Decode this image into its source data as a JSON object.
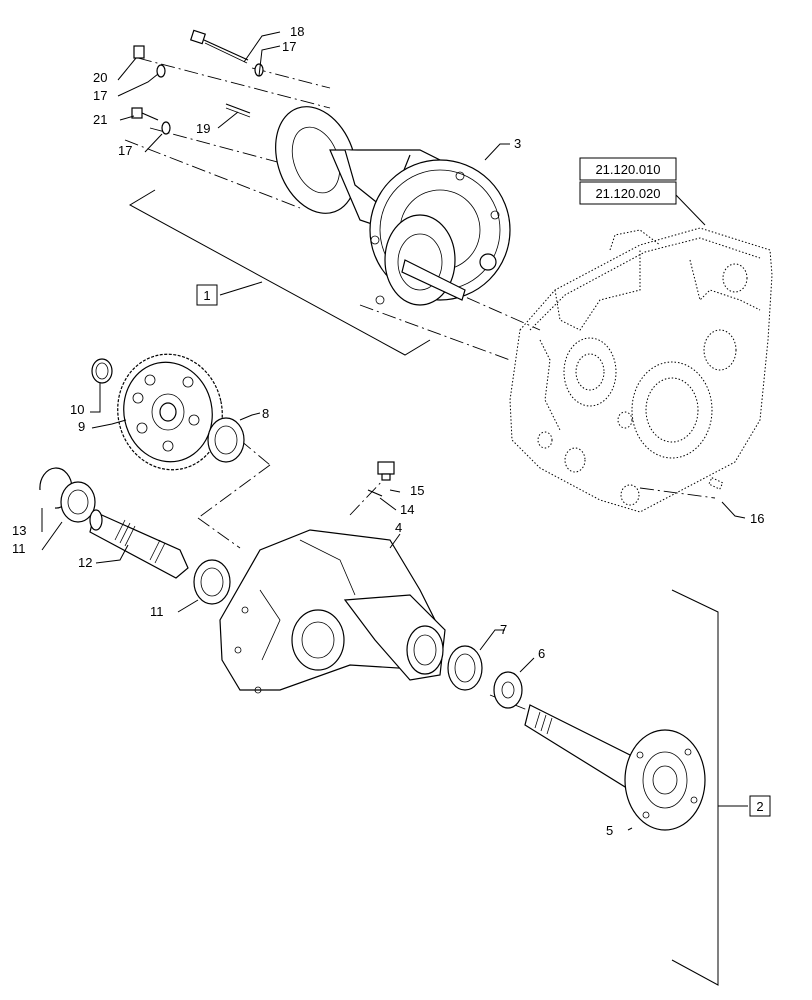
{
  "callouts": {
    "c1": "1",
    "c2": "2",
    "c3": "3",
    "c4": "4",
    "c5": "5",
    "c6": "6",
    "c7": "7",
    "c8": "8",
    "c9": "9",
    "c10": "10",
    "c11a": "11",
    "c11b": "11",
    "c12": "12",
    "c13": "13",
    "c14": "14",
    "c15": "15",
    "c16": "16",
    "c17a": "17",
    "c17b": "17",
    "c17c": "17",
    "c18": "18",
    "c19": "19",
    "c20": "20",
    "c21": "21"
  },
  "references": {
    "ref1": "21.120.010",
    "ref2": "21.120.020"
  }
}
